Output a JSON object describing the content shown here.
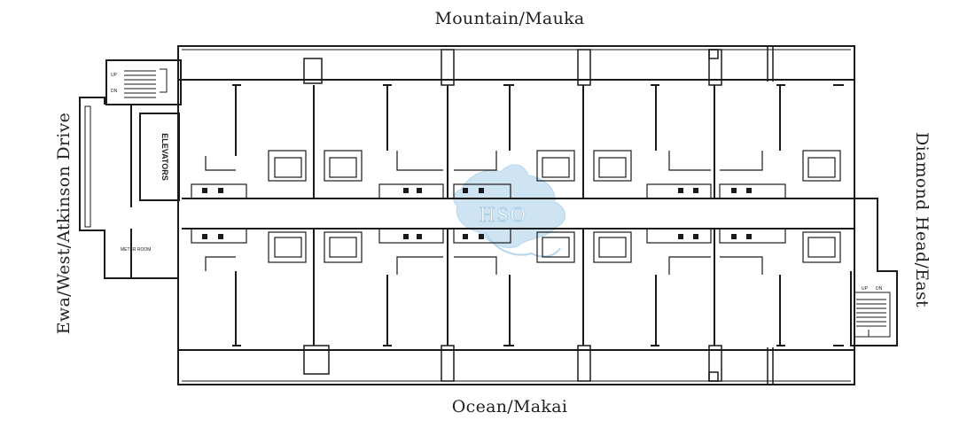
{
  "directions": {
    "north": "Mountain/Mauka",
    "south": "Ocean/Makai",
    "west": "Ewa/West/Atkinson Drive",
    "east": "Diamond Head/East"
  },
  "rooms": {
    "elevators": "ELEVATORS",
    "meter_room": "METER ROOM"
  },
  "stairs": {
    "up": "UP",
    "down": "DN"
  },
  "watermark": {
    "text": "HSO",
    "color": "#b9d9ef"
  }
}
